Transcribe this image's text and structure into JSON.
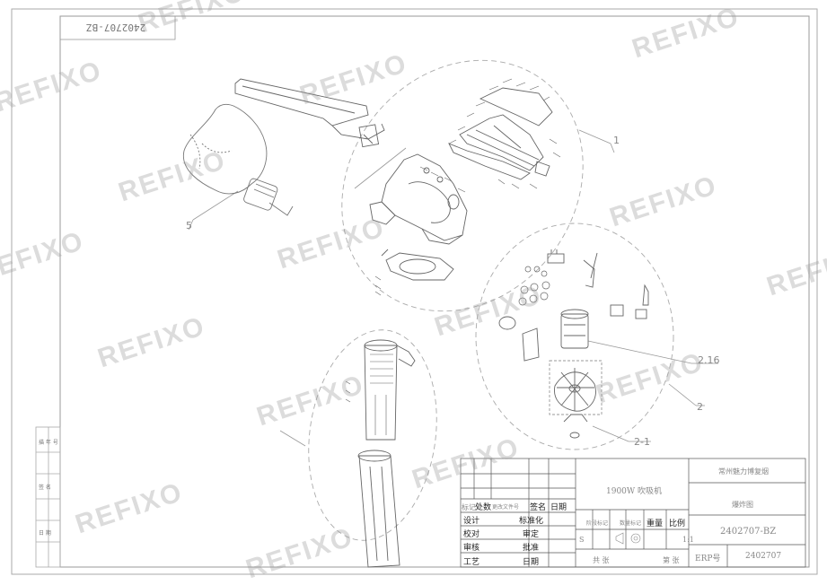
{
  "drawing": {
    "code_rotated": "2402707-BZ",
    "watermark": "REFIXO",
    "callouts": {
      "c1": "1",
      "c2": "2",
      "c5": "5",
      "c216": "2.16",
      "c21": "2-1"
    }
  },
  "side_strip": {
    "cells": [
      "描 年 号",
      "签 名",
      "日 期"
    ]
  },
  "title_block": {
    "row_head": {
      "mark": "标记",
      "count": "处数",
      "doc": "更改文件号",
      "sign": "签名",
      "date": "日期"
    },
    "rows": [
      {
        "left": "设计",
        "right": "标准化"
      },
      {
        "left": "校对",
        "right": "审定"
      },
      {
        "left": "审核",
        "right": "批准"
      },
      {
        "left": "工艺",
        "right": "日期"
      }
    ],
    "product": "1900W 吹吸机",
    "company": "常州魅力博复烟",
    "drawing_name": "爆炸图",
    "drawing_number": "2402707-BZ",
    "stage_label": "阶段标记",
    "qty_label": "数量标记",
    "weight_label": "重量",
    "scale_label": "比例",
    "scale_value": "1:1",
    "stage_value": "S",
    "sheet_total": "共  张",
    "sheet_no": "第  张",
    "erp_label": "ERP号",
    "erp_value": "2402707"
  }
}
